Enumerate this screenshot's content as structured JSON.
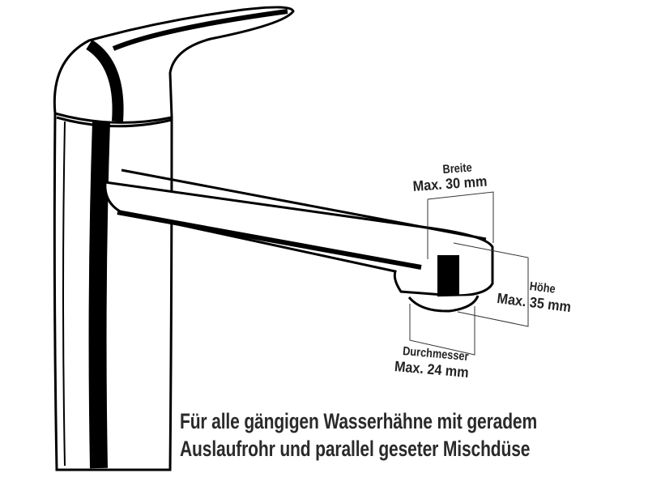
{
  "labels": {
    "width": {
      "title": "Breite",
      "value": "Max. 30 mm"
    },
    "height": {
      "title": "Höhe",
      "value": "Max. 35 mm"
    },
    "diameter": {
      "title": "Durchmesser",
      "value": "Max. 24 mm"
    }
  },
  "caption": {
    "line1": "Für alle gängigen Wasserhähne mit geradem",
    "line2": "Auslaufrohr und parallel geseter Mischdüse"
  }
}
